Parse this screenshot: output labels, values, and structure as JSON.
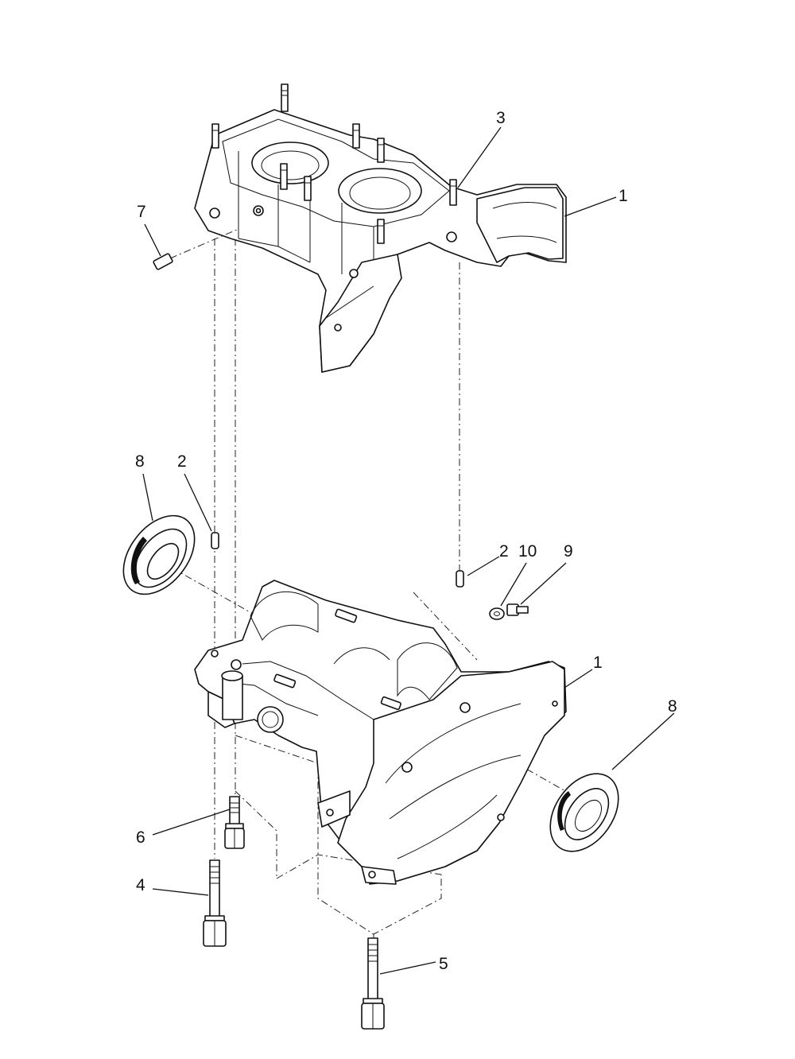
{
  "callouts": {
    "upper_case": "1",
    "lower_case": "1",
    "dowel_left": "2",
    "dowel_right": "2",
    "stud": "3",
    "long_bolt": "4",
    "rear_bolt": "5",
    "short_bolt": "6",
    "plug": "7",
    "seal_left": "8",
    "seal_right": "8",
    "screw": "9",
    "washer": "10"
  }
}
